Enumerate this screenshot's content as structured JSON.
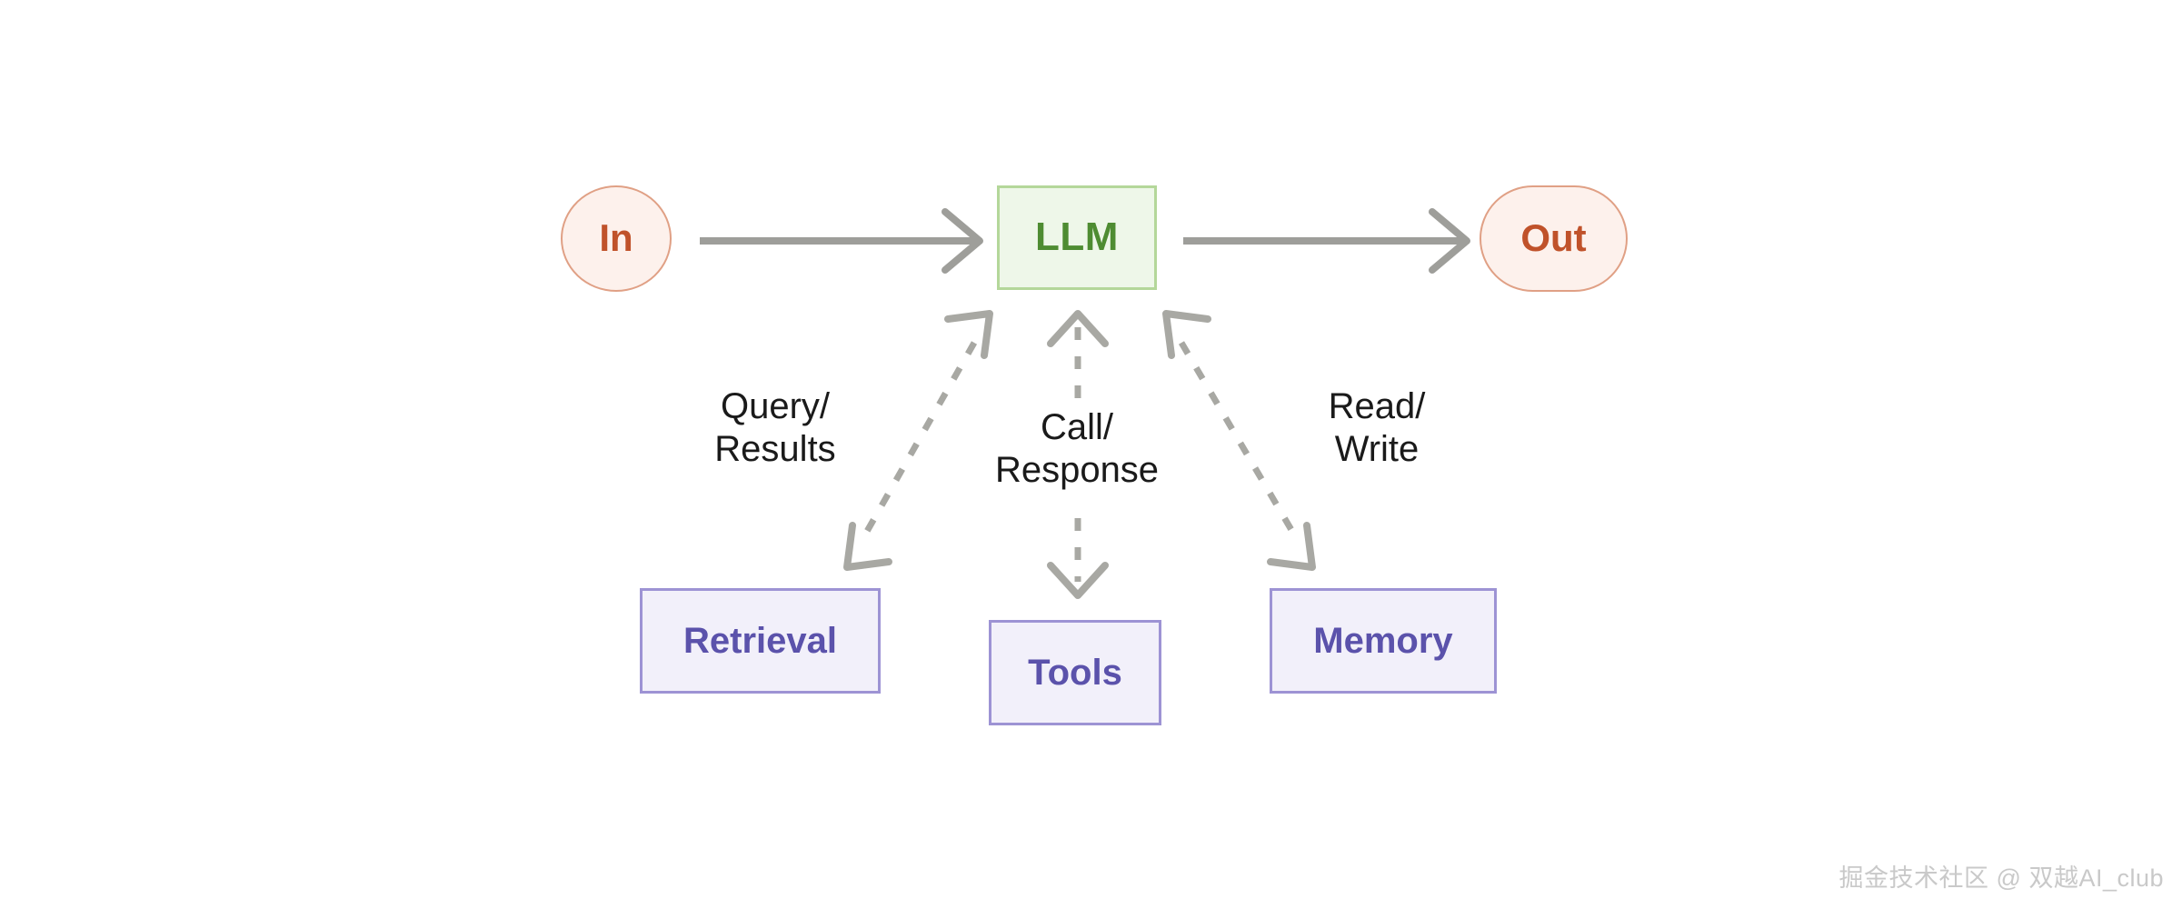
{
  "diagram": {
    "type": "flow-diagram",
    "background_color": "#ffffff",
    "nodes": [
      {
        "id": "in",
        "label": "In",
        "shape": "ellipse",
        "fill": "#fdf1ec",
        "border": "#e0a085",
        "text_color": "#c0522a"
      },
      {
        "id": "llm",
        "label": "LLM",
        "shape": "rectangle",
        "fill": "#eef7e9",
        "border": "#b4d79a",
        "text_color": "#4e8c32"
      },
      {
        "id": "out",
        "label": "Out",
        "shape": "stadium",
        "fill": "#fdf1ec",
        "border": "#e0a085",
        "text_color": "#c0522a"
      },
      {
        "id": "retrieval",
        "label": "Retrieval",
        "shape": "rectangle",
        "fill": "#f2f0fa",
        "border": "#9d93d4",
        "text_color": "#5b52ab"
      },
      {
        "id": "tools",
        "label": "Tools",
        "shape": "rectangle",
        "fill": "#f2f0fa",
        "border": "#9d93d4",
        "text_color": "#5b52ab"
      },
      {
        "id": "memory",
        "label": "Memory",
        "shape": "rectangle",
        "fill": "#f2f0fa",
        "border": "#9d93d4",
        "text_color": "#5b52ab"
      }
    ],
    "edges": [
      {
        "from": "in",
        "to": "llm",
        "label": "",
        "style": "solid",
        "direction": "forward",
        "color": "#9e9e9a"
      },
      {
        "from": "llm",
        "to": "out",
        "label": "",
        "style": "solid",
        "direction": "forward",
        "color": "#9e9e9a"
      },
      {
        "from": "llm",
        "to": "retrieval",
        "label": "Query/\nResults",
        "style": "dashed",
        "direction": "bidirectional",
        "color": "#a8a8a3"
      },
      {
        "from": "llm",
        "to": "tools",
        "label": "Call/\nResponse",
        "style": "dashed",
        "direction": "bidirectional",
        "color": "#a8a8a3"
      },
      {
        "from": "llm",
        "to": "memory",
        "label": "Read/\nWrite",
        "style": "dashed",
        "direction": "bidirectional",
        "color": "#a8a8a3"
      }
    ],
    "edge_labels": {
      "query_results": "Query/\nResults",
      "call_response": "Call/\nResponse",
      "read_write": "Read/\nWrite"
    }
  },
  "watermark": {
    "text": "掘金技术社区 @ 双越AI_club",
    "color": "#c9c9c9"
  }
}
